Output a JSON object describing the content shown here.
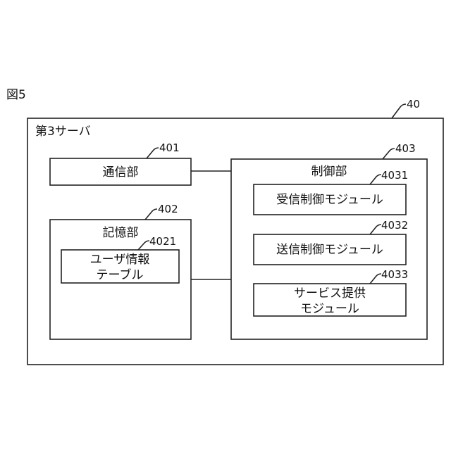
{
  "figure": {
    "label": "図5"
  },
  "server": {
    "title": "第3サーバ",
    "ref": "40"
  },
  "comm": {
    "label": "通信部",
    "ref": "401"
  },
  "storage": {
    "label": "記憶部",
    "ref": "402",
    "user_info": {
      "line1": "ユーザ情報",
      "line2": "テーブル",
      "ref": "4021"
    }
  },
  "control": {
    "label": "制御部",
    "ref": "403",
    "modules": [
      {
        "line1": "受信制御モジュール",
        "line2": "",
        "ref": "4031"
      },
      {
        "line1": "送信制御モジュール",
        "line2": "",
        "ref": "4032"
      },
      {
        "line1": "サービス提供",
        "line2": "モジュール",
        "ref": "4033"
      }
    ]
  }
}
